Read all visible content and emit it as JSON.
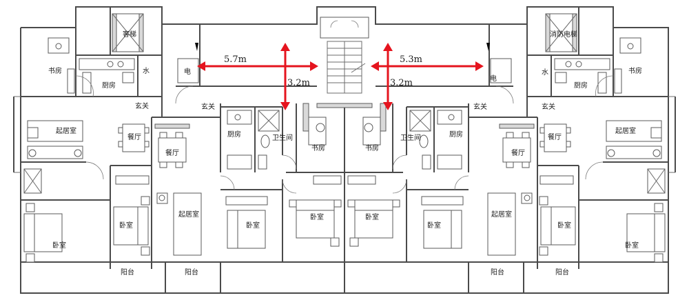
{
  "labels": {
    "elevator_left": "客梯",
    "elevator_right": "消防电梯",
    "study": "书房",
    "kitchen": "厨房",
    "water": "水",
    "electric": "电",
    "foyer": "玄关",
    "living": "起居室",
    "dining": "餐厅",
    "bathroom": "卫生间",
    "bedroom": "卧室",
    "balcony": "阳台"
  },
  "dimensions": {
    "left_width": "5.7m",
    "left_height": "3.2m",
    "right_width": "5.3m",
    "right_height": "3.2m"
  },
  "colors": {
    "arrow": "#e5141e",
    "wall": "#4a4a4a"
  }
}
